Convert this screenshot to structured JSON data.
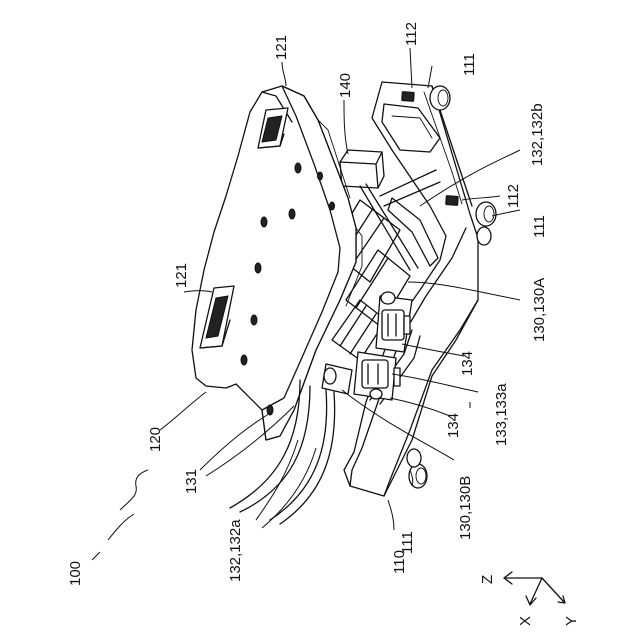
{
  "figure": {
    "reference_labels": {
      "assembly": "100",
      "base": "110",
      "caster_top": "111",
      "caster_mid": "111",
      "caster_bottom": "111",
      "stopper_top": "112",
      "stopper_mid": "112",
      "seat_plate": "120",
      "handle_top": "121",
      "handle_bottom": "121",
      "link_set": "131",
      "link_pair_a": "132,132a",
      "link_pair_b": "132,132b",
      "link_unit_a": "130,130A",
      "link_unit_b": "130,130B",
      "bracket_upper": "134",
      "bracket_lower": "134",
      "hinge": "133,133a",
      "lift_member": "140"
    },
    "axes": {
      "z": "Z",
      "x": "X",
      "y": "Y"
    }
  }
}
